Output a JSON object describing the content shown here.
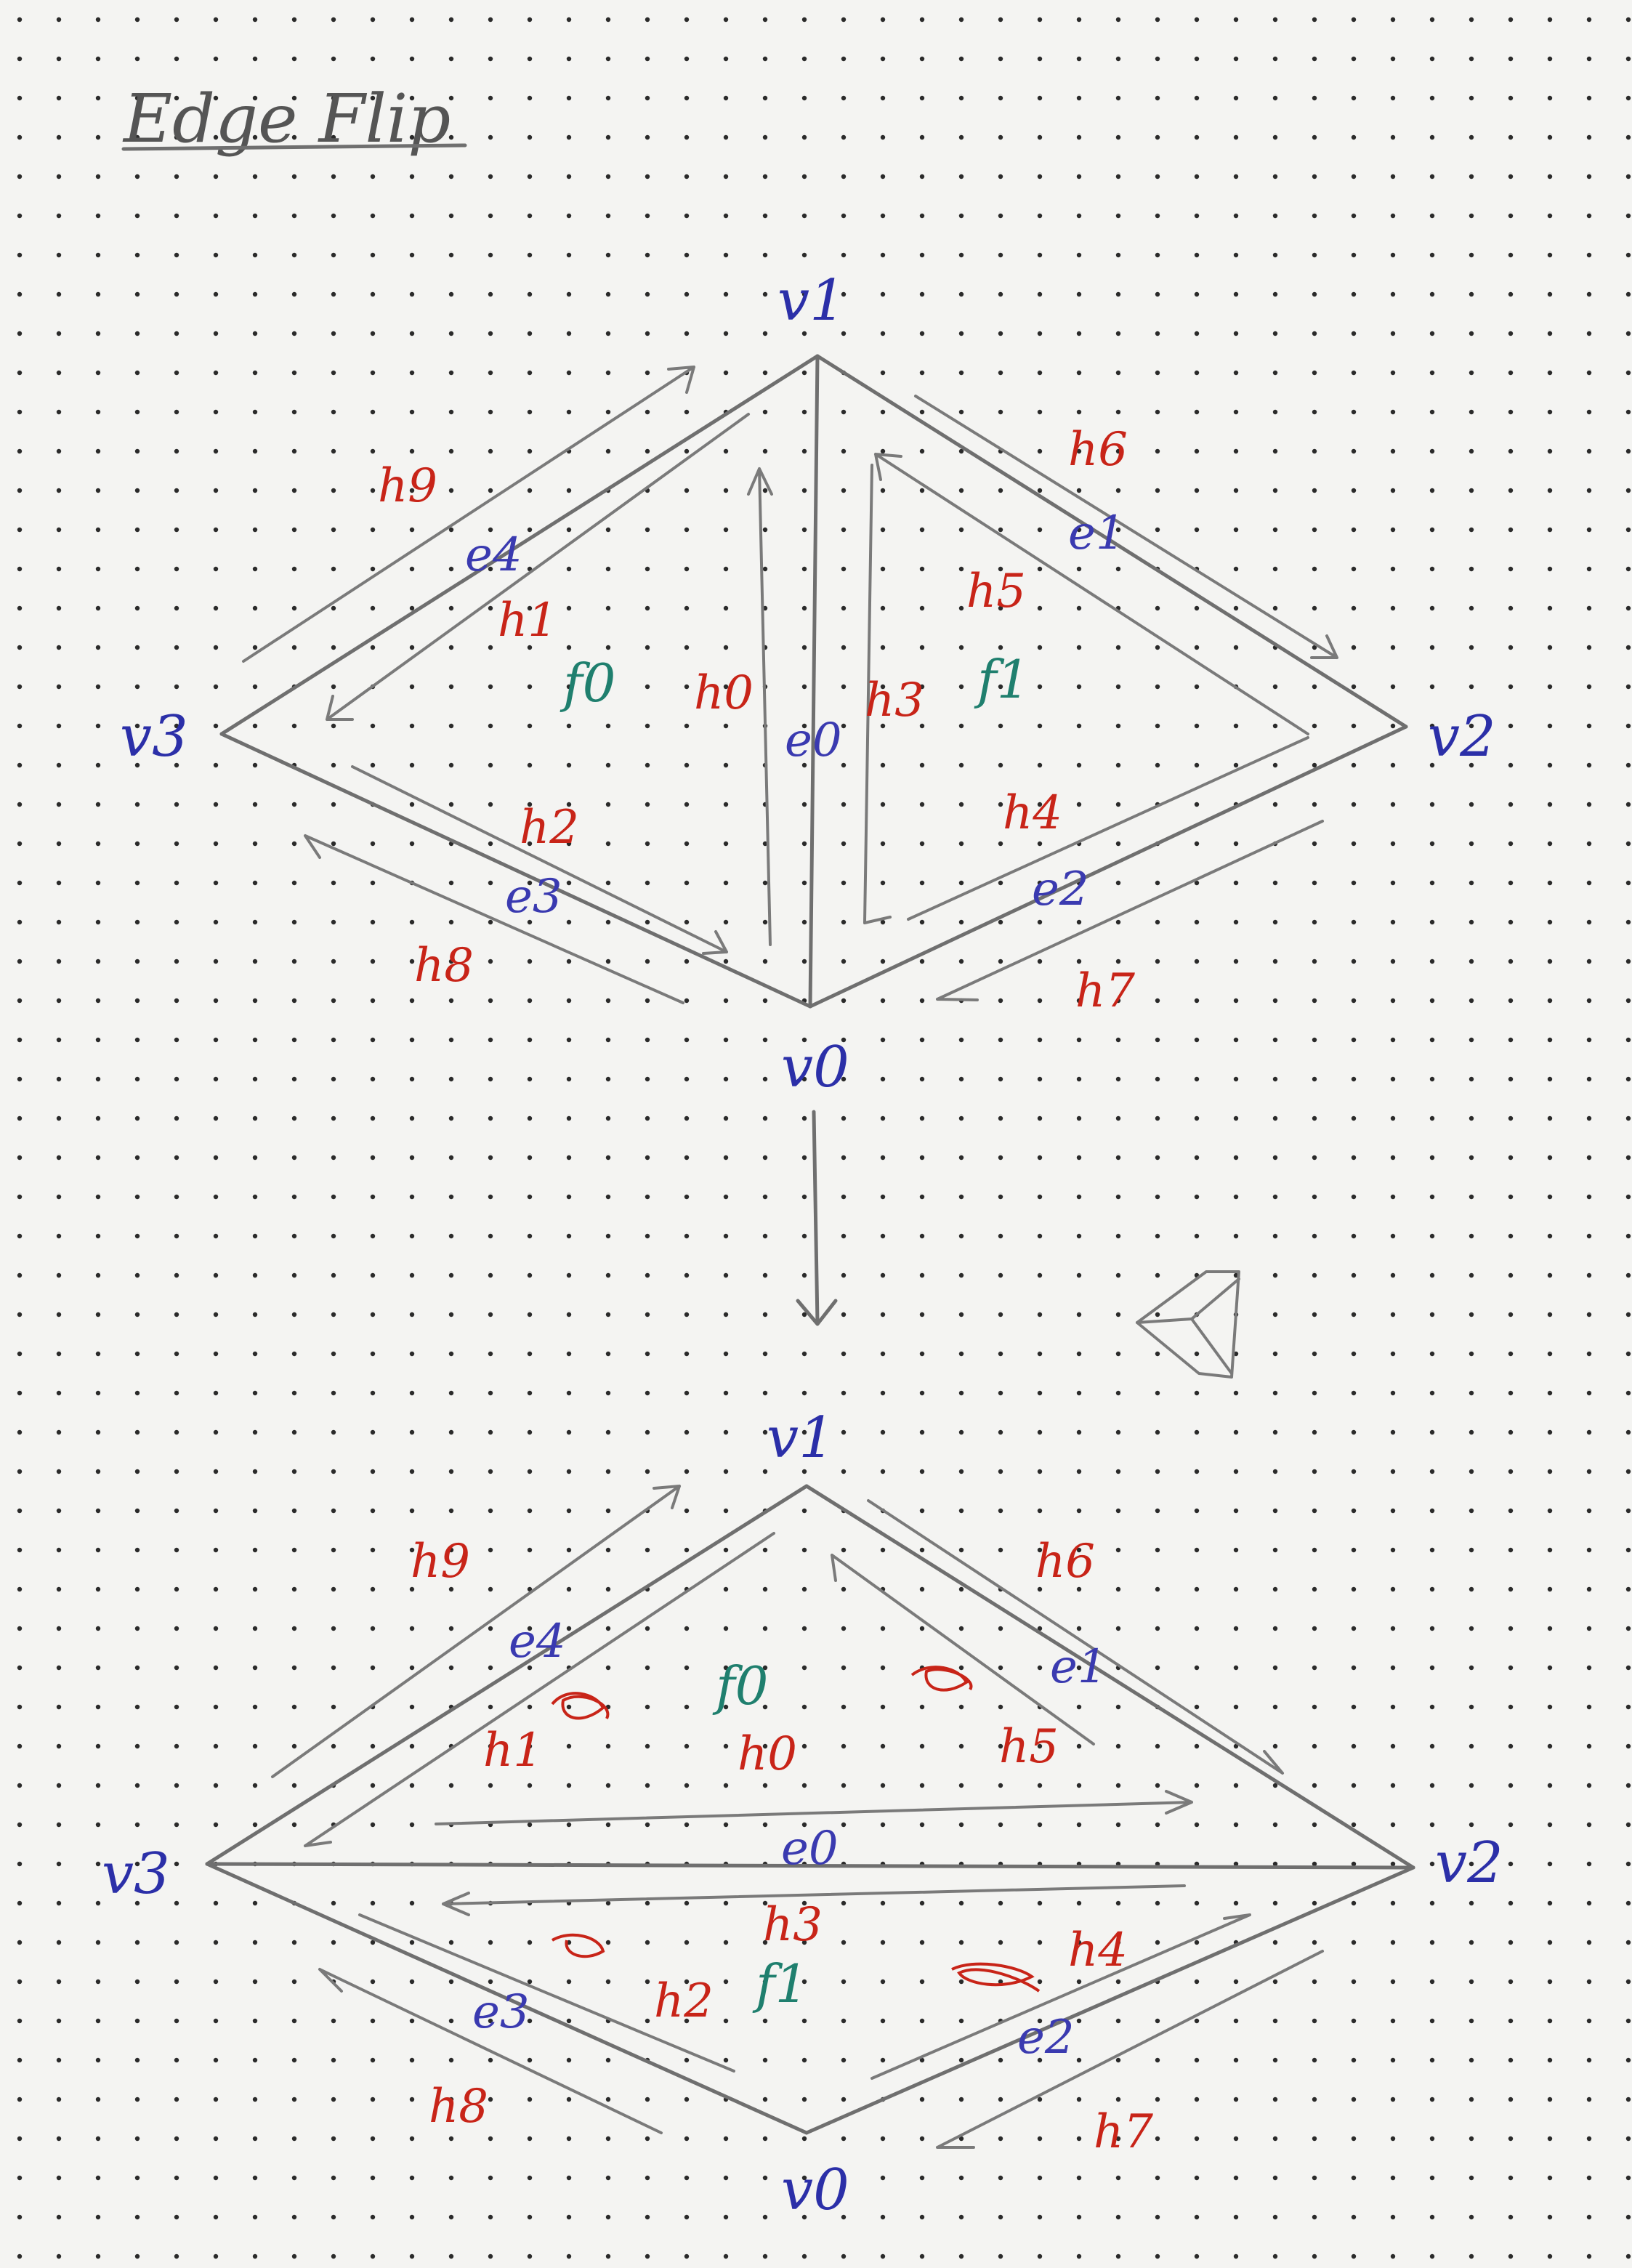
{
  "title": "Edge Flip",
  "colors": {
    "paper": "#f4f4f2",
    "dots": "#2a2a2a",
    "pencil": "#6f6f6f",
    "vertex_label": "#2b2fa8",
    "halfedge_label": "#c82418",
    "edge_label": "#3a3ab0",
    "face_label": "#1f7f6e",
    "scribble": "#c82418"
  },
  "before": {
    "vertices": {
      "v0": "v0",
      "v1": "v1",
      "v2": "v2",
      "v3": "v3"
    },
    "halfedges": {
      "h0": "h0",
      "h1": "h1",
      "h2": "h2",
      "h3": "h3",
      "h4": "h4",
      "h5": "h5",
      "h6": "h6",
      "h7": "h7",
      "h8": "h8",
      "h9": "h9"
    },
    "edges": {
      "e0": "e0",
      "e1": "e1",
      "e2": "e2",
      "e3": "e3",
      "e4": "e4"
    },
    "faces": {
      "f0": "f0",
      "f1": "f1"
    }
  },
  "after": {
    "vertices": {
      "v0": "v0",
      "v1": "v1",
      "v2": "v2",
      "v3": "v3"
    },
    "halfedges": {
      "h0": "h0",
      "h1": "h1",
      "h2": "h2",
      "h3": "h3",
      "h4": "h4",
      "h5": "h5",
      "h6": "h6",
      "h7": "h7",
      "h8": "h8",
      "h9": "h9"
    },
    "edges": {
      "e0": "e0",
      "e1": "e1",
      "e2": "e2",
      "e3": "e3",
      "e4": "e4"
    },
    "faces": {
      "f0": "f0",
      "f1": "f1"
    }
  },
  "icons": {
    "doodle": "flipped-quad-doodle-icon",
    "transition_arrow": "arrow-down-icon"
  }
}
